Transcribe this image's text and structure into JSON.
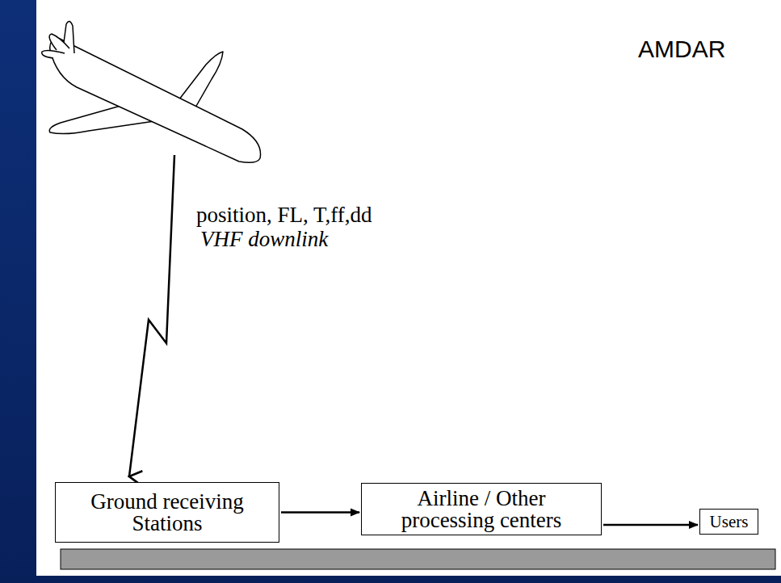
{
  "diagram": {
    "title": "AMDAR",
    "nodes": [
      {
        "text": [
          "Ground receiving Stations"
        ]
      },
      {
        "text": [
          "Airline / Other processing centers"
        ]
      },
      {
        "text": [
          "Users"
        ]
      }
    ],
    "edges": [
      {
        "from": 0,
        "to": 1,
        "arrow": "to"
      },
      {
        "from": 1,
        "to": 2,
        "arrow": "to"
      }
    ],
    "labels": [
      "position, FL, T,ff,dd",
      "VHF downlink"
    ]
  }
}
